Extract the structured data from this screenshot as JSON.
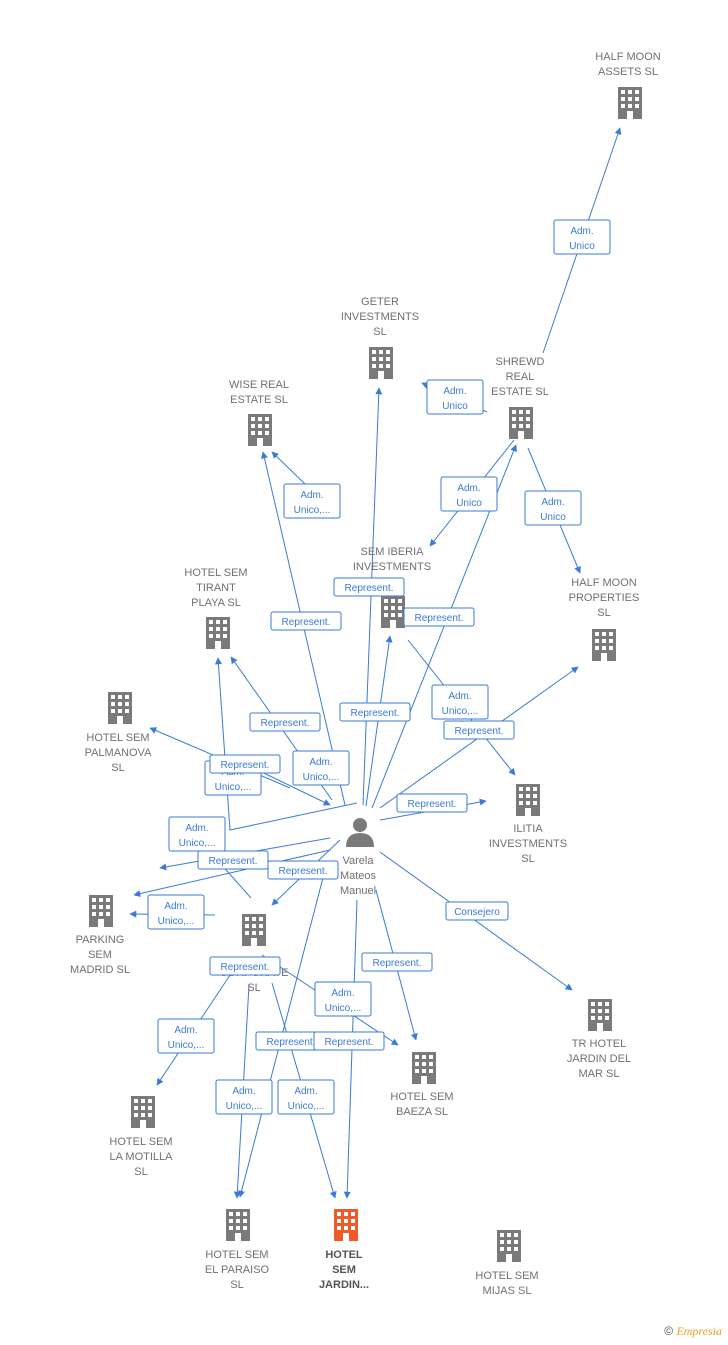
{
  "diagram": {
    "person": {
      "label": [
        "Varela",
        "Mateos",
        "Manuel"
      ]
    },
    "nodes": [
      {
        "id": "half-moon-assets",
        "label": [
          "HALF MOON",
          "ASSETS  SL"
        ]
      },
      {
        "id": "geter",
        "label": [
          "GETER",
          "INVESTMENTS",
          "SL"
        ]
      },
      {
        "id": "wise",
        "label": [
          "WISE REAL",
          "ESTATE  SL"
        ]
      },
      {
        "id": "shrewd",
        "label": [
          "SHREWD",
          "REAL",
          "ESTATE  SL"
        ]
      },
      {
        "id": "sem-iberia",
        "label": [
          "SEM IBERIA",
          "INVESTMENTS"
        ]
      },
      {
        "id": "half-moon-properties",
        "label": [
          "HALF MOON",
          "PROPERTIES",
          "SL"
        ]
      },
      {
        "id": "tirant",
        "label": [
          "HOTEL SEM",
          "TIRANT",
          "PLAYA  SL"
        ]
      },
      {
        "id": "palmanova",
        "label": [
          "HOTEL SEM",
          "PALMANOVA",
          "SL"
        ]
      },
      {
        "id": "ilitia",
        "label": [
          "ILITIA",
          "INVESTMENTS",
          "SL"
        ]
      },
      {
        "id": "parking",
        "label": [
          "PARKING",
          "SEM",
          "MADRID  SL"
        ]
      },
      {
        "id": "corporate",
        "label": [
          "CORPORATE",
          "SL"
        ]
      },
      {
        "id": "tr-hotel",
        "label": [
          "TR HOTEL",
          "JARDIN DEL",
          "MAR SL"
        ]
      },
      {
        "id": "baeza",
        "label": [
          "HOTEL SEM",
          "BAEZA  SL"
        ]
      },
      {
        "id": "motilla",
        "label": [
          "HOTEL SEM",
          "LA MOTILLA",
          "SL"
        ]
      },
      {
        "id": "paraiso",
        "label": [
          "HOTEL SEM",
          "EL PARAISO",
          "SL"
        ]
      },
      {
        "id": "jardin",
        "label": [
          "HOTEL",
          "SEM",
          "JARDIN..."
        ]
      },
      {
        "id": "mijas",
        "label": [
          "HOTEL SEM",
          "MIJAS  SL"
        ]
      }
    ],
    "edge_labels": [
      [
        "Adm.",
        "Unico"
      ],
      [
        "Adm.",
        "Unico"
      ],
      [
        "Adm.",
        "Unico"
      ],
      [
        "Adm.",
        "Unico"
      ],
      [
        "Adm.",
        "Unico,..."
      ],
      [
        "Represent."
      ],
      [
        "Represent."
      ],
      [
        "Represent."
      ],
      [
        "Represent."
      ],
      [
        "Represent."
      ],
      [
        "Adm.",
        "Unico,..."
      ],
      [
        "Represent."
      ],
      [
        "Represent."
      ],
      [
        "Adm.",
        "Unico,..."
      ],
      [
        "Adm.",
        "Unico,..."
      ],
      [
        "Represent."
      ],
      [
        "Represent."
      ],
      [
        "Represent."
      ],
      [
        "Adm.",
        "Unico,..."
      ],
      [
        "Consejero"
      ],
      [
        "Represent."
      ],
      [
        "Adm.",
        "Unico,..."
      ],
      [
        "Adm.",
        "Unico,..."
      ],
      [
        "Represent."
      ],
      [
        "Represent."
      ],
      [
        "Adm.",
        "Unico,..."
      ],
      [
        "Adm.",
        "Unico,..."
      ],
      [
        "Adm.",
        "Unico,..."
      ],
      [
        "Represent."
      ]
    ],
    "colors": {
      "edge": "#3a7bd5",
      "building": "#7a7a7a",
      "focus": "#f05a28",
      "person": "#7a7a7a"
    }
  },
  "footer": {
    "symbol": "©",
    "brand": "Empresia"
  }
}
